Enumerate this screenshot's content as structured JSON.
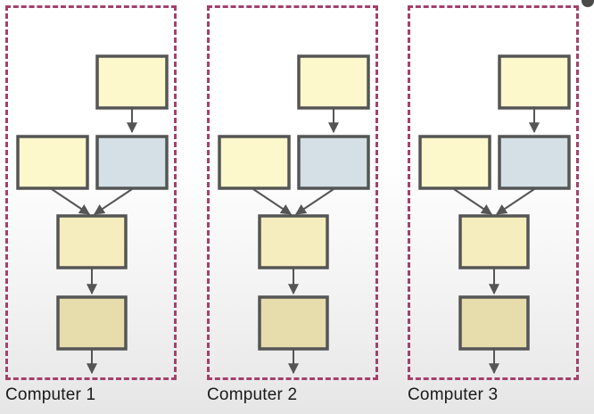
{
  "computers": [
    {
      "label": "Computer 1"
    },
    {
      "label": "Computer 2"
    },
    {
      "label": "Computer 3"
    }
  ],
  "colors": {
    "frame": "#a3416b",
    "node_yellow": "#fdf7cc",
    "node_blue": "#d4e0e6",
    "node_mid": "#f5edbd",
    "node_dark": "#e6dcac",
    "stroke": "#555555"
  }
}
